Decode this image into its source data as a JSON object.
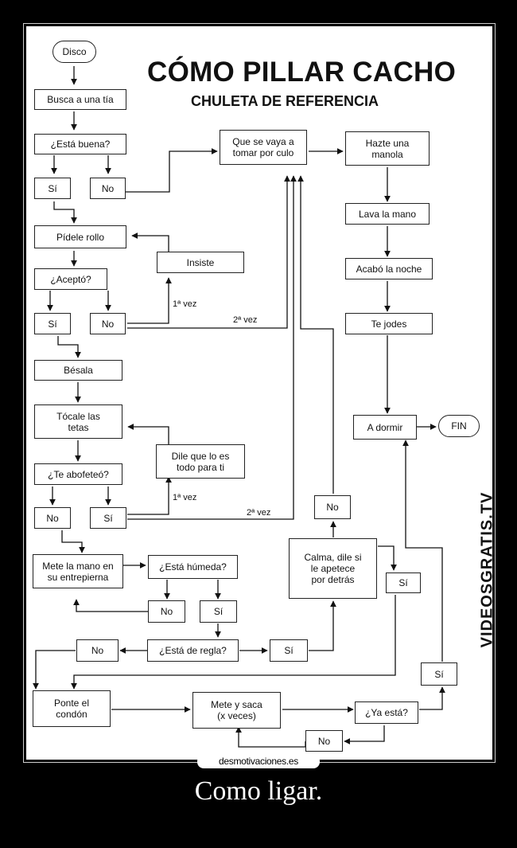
{
  "poster": {
    "title": "CÓMO PILLAR CACHO",
    "subtitle": "CHULETA DE REFERENCIA",
    "watermark": "VIDEOSGRATIS.TV",
    "nodes": {
      "disco": "Disco",
      "busca": "Busca a una tía",
      "esta_buena": "¿Está buena?",
      "si_1": "Sí",
      "no_1": "No",
      "pidele_rollo": "Pídele rollo",
      "insiste": "Insiste",
      "acepto": "¿Aceptó?",
      "si_2": "Sí",
      "no_2": "No",
      "besala": "Bésala",
      "tocale": "Tócale las\ntetas",
      "dile": "Dile que lo es\ntodo para ti",
      "abofeteo": "¿Te abofeteó?",
      "no_3": "No",
      "si_3": "Sí",
      "mete_mano": "Mete la mano en\nsu entrepierna",
      "humeda": "¿Está húmeda?",
      "no_4": "No",
      "si_4": "Sí",
      "regla": "¿Está de regla?",
      "no_5": "No",
      "si_5": "Sí",
      "calma": "Calma, dile si\nle apetece\npor detrás",
      "no_6": "No",
      "si_6": "Sí",
      "que_se_vaya": "Que se vaya a\ntomar por culo",
      "hazte": "Hazte una\nmanola",
      "lava": "Lava la mano",
      "acabo": "Acabó la noche",
      "te_jodes": "Te jodes",
      "a_dormir": "A dormir",
      "fin": "FIN",
      "ponte": "Ponte el\ncondón",
      "mete_saca": "Mete y saca\n(x veces)",
      "ya_esta": "¿Ya está?",
      "no_7": "No",
      "si_7": "Sí"
    },
    "edge_labels": {
      "primera_vez_1": "1ª vez",
      "segunda_vez_1": "2ª vez",
      "primera_vez_2": "1ª vez",
      "segunda_vez_2": "2ª vez"
    }
  },
  "site_label": "desmotivaciones.es",
  "caption": "Como ligar."
}
